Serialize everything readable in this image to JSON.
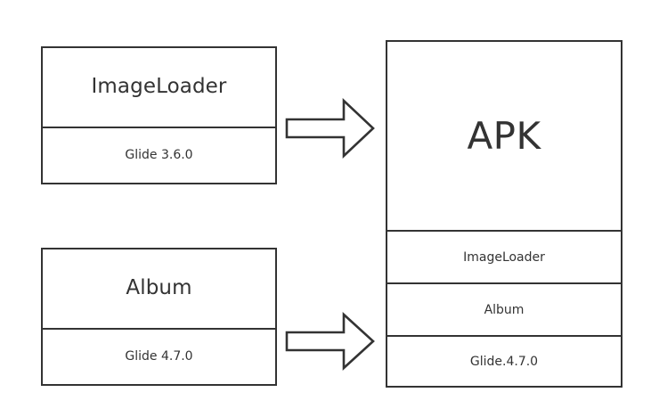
{
  "diagram": {
    "title": "APK dependency merge diagram",
    "stroke_color": "#333333",
    "text_color": "#333333",
    "background_color": "#ffffff",
    "modules": [
      {
        "name": "ImageLoader",
        "header": "ImageLoader",
        "dependency": "Glide 3.6.0"
      },
      {
        "name": "Album",
        "header": "Album",
        "dependency": "Glide 4.7.0"
      }
    ],
    "arrows": [
      {
        "name": "arrow-imageloader-to-apk",
        "direction": "right",
        "icon": "right-block-arrow-icon"
      },
      {
        "name": "arrow-album-to-apk",
        "direction": "right",
        "icon": "right-block-arrow-icon"
      }
    ],
    "output": {
      "title": "APK",
      "contents": [
        "ImageLoader",
        "Album",
        "Glide.4.7.0"
      ]
    }
  }
}
